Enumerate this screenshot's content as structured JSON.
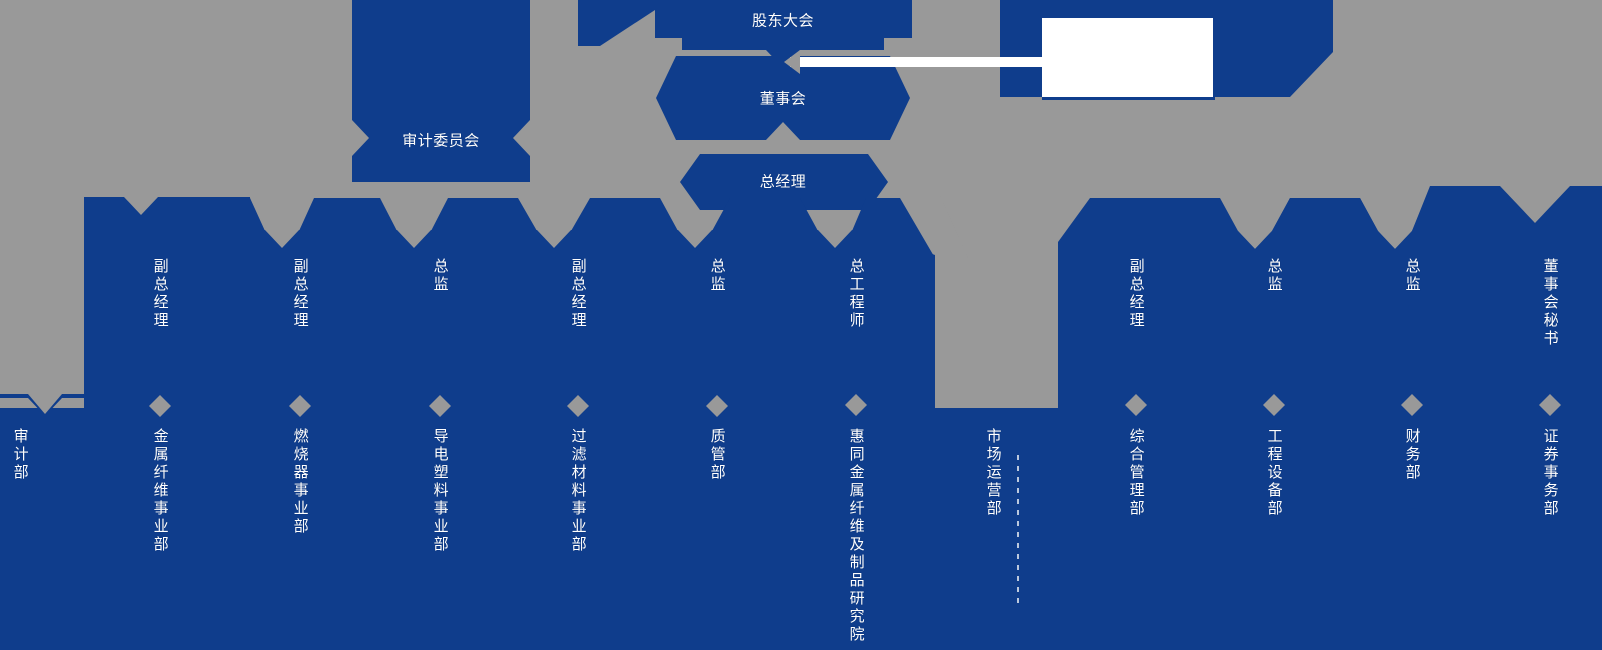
{
  "meta": {
    "title": "组织架构图",
    "colors": {
      "background": "#999999",
      "node_blue": "#0F3D8C",
      "label_text": "#FFFFFF",
      "connector_gray": "#999999",
      "connector_white": "#FFFFFF"
    }
  },
  "governance": {
    "shareholders_meeting": "股东大会",
    "board_of_directors": "董事会",
    "general_manager": "总经理",
    "audit_committee": "审计委员会",
    "supervisory_box": ""
  },
  "audit_branch": {
    "department": "审计部"
  },
  "columns": [
    {
      "role": "副总经理",
      "department": "金属纤维事业部"
    },
    {
      "role": "副总经理",
      "department": "燃烧器事业部"
    },
    {
      "role": "总监",
      "department": "导电塑料事业部"
    },
    {
      "role": "副总经理",
      "department": "过滤材料事业部"
    },
    {
      "role": "总监",
      "department": "质管部"
    },
    {
      "role": "总工程师",
      "department": "惠同金属纤维及制品研究院"
    },
    {
      "role": "",
      "department": "市场运营部"
    },
    {
      "role": "副总经理",
      "department": "综合管理部"
    },
    {
      "role": "总监",
      "department": "工程设备部"
    },
    {
      "role": "总监",
      "department": "财务部"
    },
    {
      "role": "董事会秘书",
      "department": "证券事务部"
    }
  ],
  "icons": {
    "diamond": "diamond-connector",
    "chevron": "chevron-down-connector",
    "arrow_left": "arrow-left-connector",
    "dashed": "dashed-divider"
  }
}
